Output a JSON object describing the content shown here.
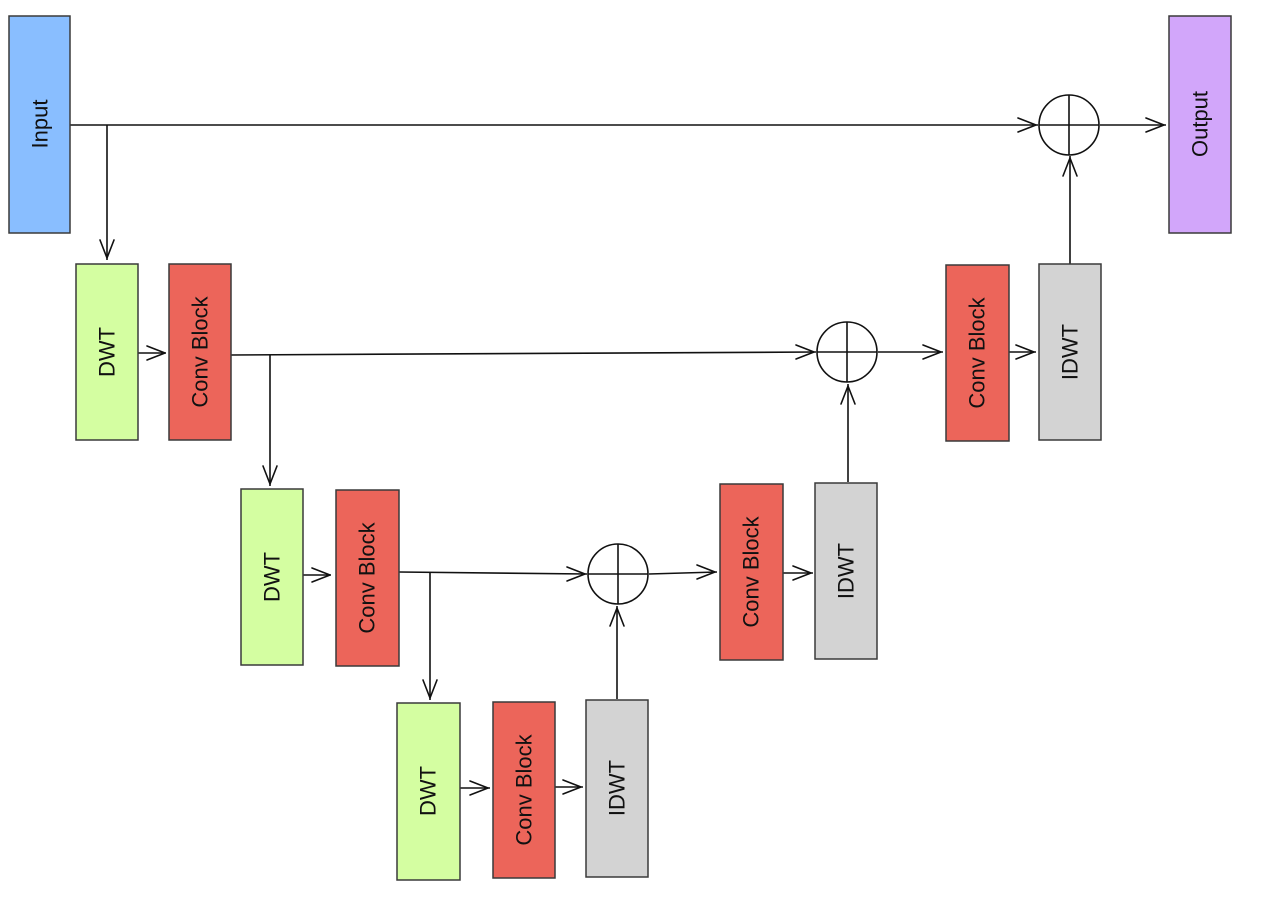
{
  "colors": {
    "input": "#89beff",
    "output": "#d2a6fa",
    "dwt": "#d4fea1",
    "conv": "#ec655a",
    "idwt": "#d3d3d3"
  },
  "blocks": {
    "input": "Input",
    "output": "Output",
    "dwt_1": "DWT",
    "conv_enc_1": "Conv Block",
    "dwt_2": "DWT",
    "conv_enc_2": "Conv Block",
    "dwt_3": "DWT",
    "conv_bottleneck": "Conv Block",
    "idwt_3": "IDWT",
    "conv_dec_2": "Conv Block",
    "idwt_2": "IDWT",
    "conv_dec_1": "Conv Block",
    "idwt_1": "IDWT"
  },
  "sum_nodes": [
    "add",
    "add",
    "add"
  ]
}
